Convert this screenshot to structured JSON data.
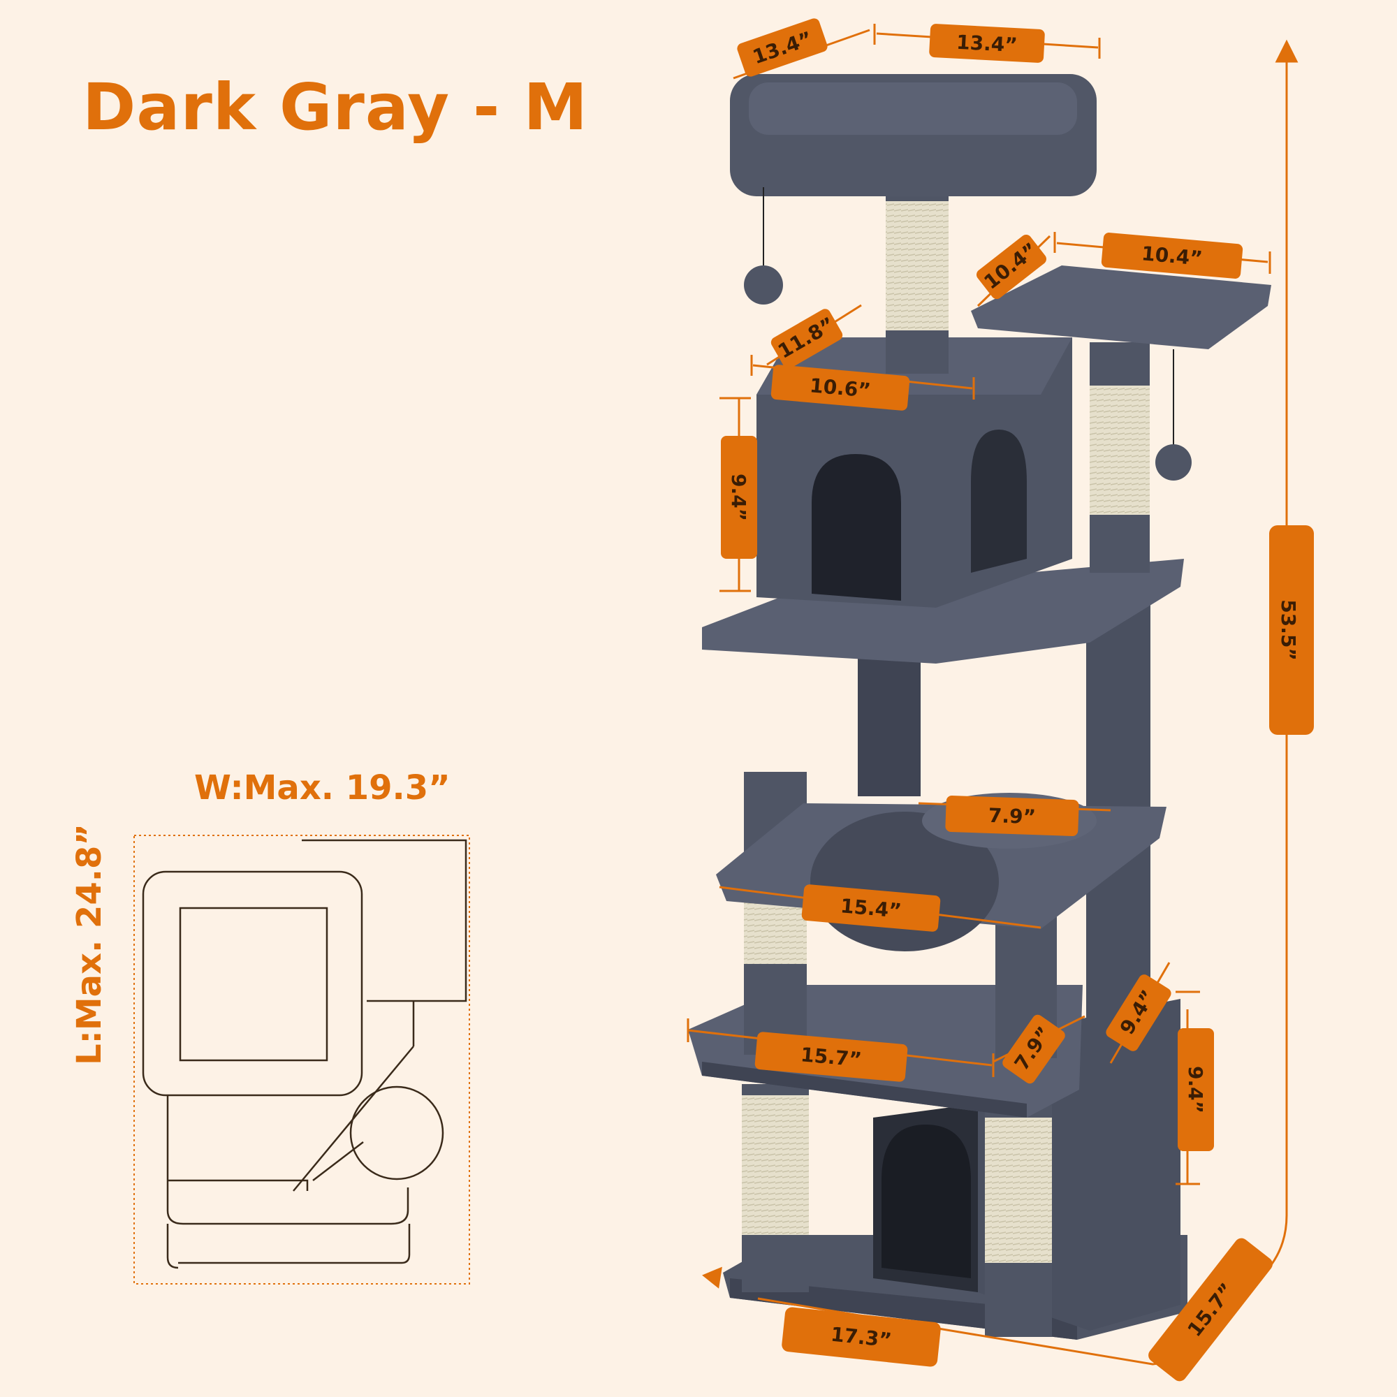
{
  "title": "Dark Gray - M",
  "footprint": {
    "width_label": "W:Max. 19.3”",
    "length_label": "L:Max. 24.8”"
  },
  "dimensions": {
    "top_perch_depth": "13.4”",
    "top_perch_width": "13.4”",
    "side_perch_depth": "10.4”",
    "side_perch_width": "10.4”",
    "condo_depth": "11.8”",
    "condo_width": "10.6”",
    "condo_height": "9.4”",
    "total_height": "53.5”",
    "round_perch": "7.9”",
    "hammock_platform": "15.4”",
    "lower_platform_width": "15.7”",
    "lower_platform_depth": "7.9”",
    "base_condo_depth": "9.4”",
    "base_condo_height": "9.4”",
    "base_width": "17.3”",
    "base_depth": "15.7”"
  },
  "colors": {
    "accent": "#e0700b",
    "background": "#fdf2e6",
    "plush": "#4f5565",
    "sisal": "#e6e0cc"
  }
}
